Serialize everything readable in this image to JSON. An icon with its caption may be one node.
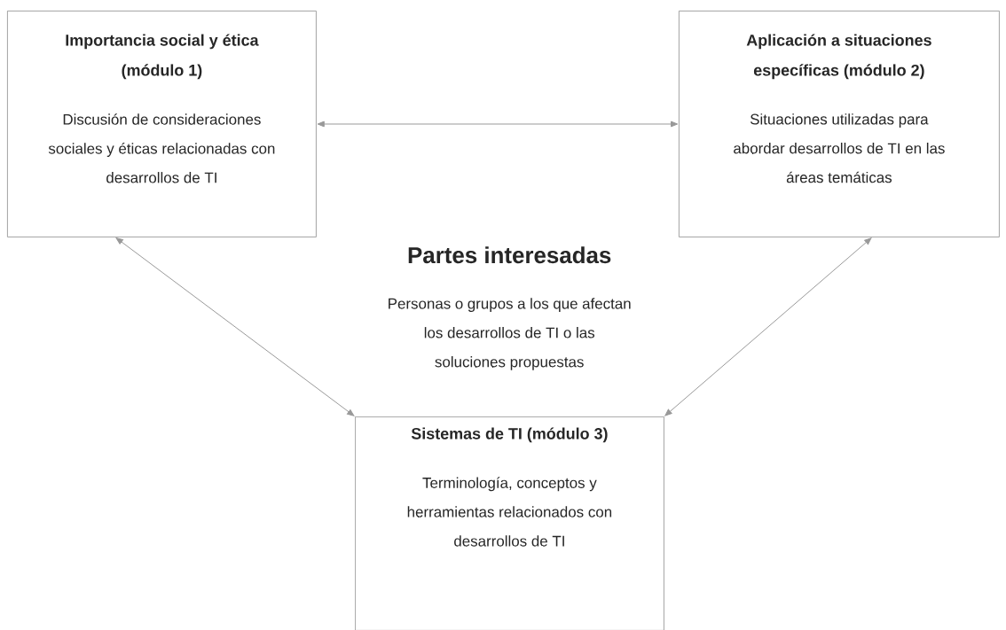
{
  "diagram": {
    "nodes": [
      {
        "text": [
          "Importancia social y ética (módulo 1)",
          "Discusión de consideraciones sociales y éticas relacionadas con desarrollos de TI"
        ]
      },
      {
        "text": [
          "Aplicación a situaciones específicas (módulo 2)",
          "Situaciones utilizadas para abordar desarrollos de TI en las áreas temáticas"
        ]
      },
      {
        "text": [
          "Partes interesadas",
          "Personas o grupos a los que afectan los desarrollos de TI o las soluciones propuestas"
        ]
      },
      {
        "text": [
          "Sistemas de TI (módulo 3)",
          "Terminología, conceptos y herramientas relacionados con desarrollos de TI"
        ]
      }
    ],
    "edges": [
      {
        "from": 0,
        "to": 1,
        "arrow": "both"
      },
      {
        "from": 0,
        "to": 3,
        "arrow": "both"
      },
      {
        "from": 1,
        "to": 3,
        "arrow": "both"
      }
    ]
  }
}
